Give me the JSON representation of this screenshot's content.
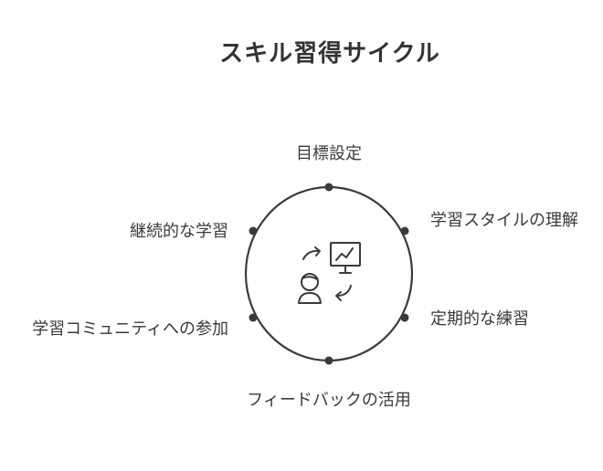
{
  "title": "スキル習得サイクル",
  "steps": {
    "top": "目標設定",
    "upper_right": "学習スタイルの理解",
    "lower_right": "定期的な練習",
    "bottom": "フィードバックの活用",
    "lower_left": "学習コミュニティへの参加",
    "upper_left": "継続的な学習"
  },
  "colors": {
    "stroke": "#3a3a3a",
    "text": "#3a3a3a",
    "background": "#ffffff"
  },
  "center_icon": "learner-with-chart-icon"
}
